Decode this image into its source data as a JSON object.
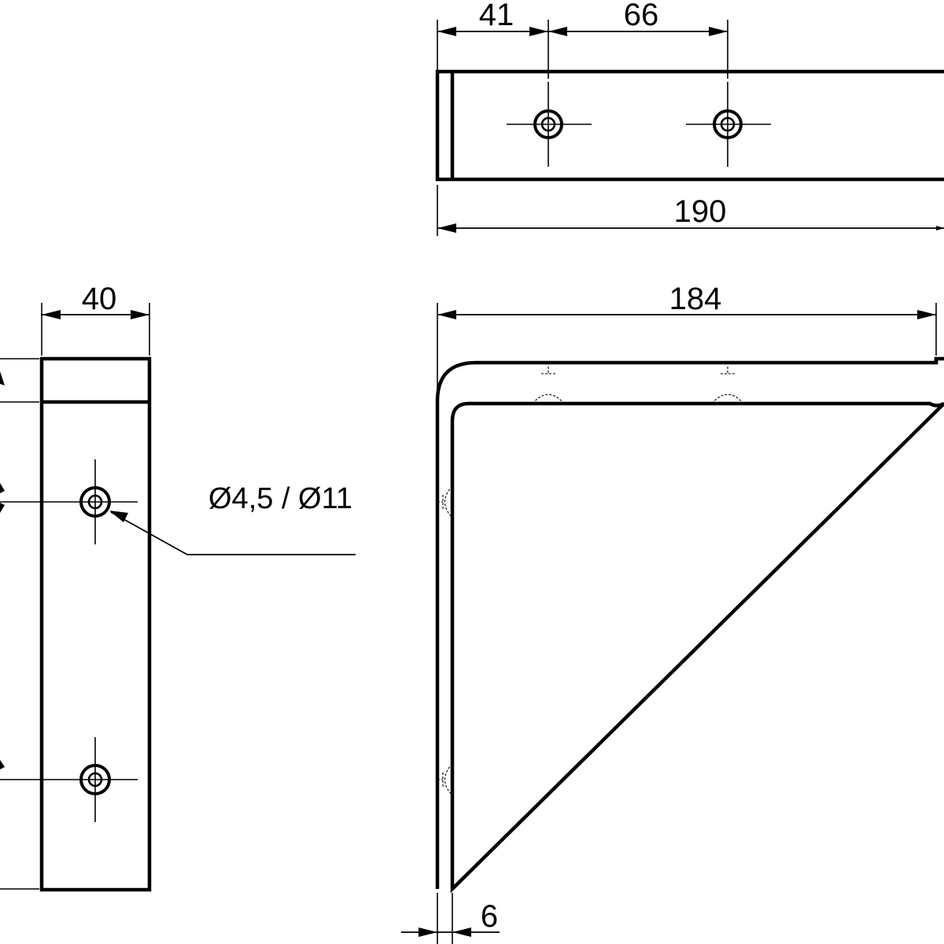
{
  "drawing": {
    "top_view": {
      "dimensions": {
        "hole_offset": "41",
        "hole_spacing": "66",
        "total_length": "190"
      }
    },
    "side_view": {
      "dimensions": {
        "horizontal_length": "184",
        "thickness": "6"
      }
    },
    "front_view": {
      "dimensions": {
        "width": "40"
      },
      "hole_callout": "Ø4,5 / Ø11"
    }
  }
}
